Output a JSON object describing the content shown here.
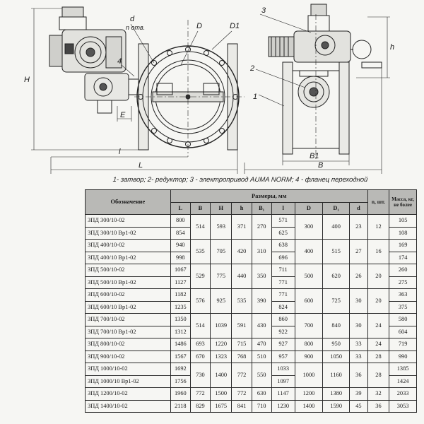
{
  "drawing": {
    "labels": {
      "d": "d",
      "n_otv": "n отв.",
      "D": "D",
      "D1": "D1",
      "callout_1": "1",
      "callout_2": "2",
      "callout_3": "3",
      "callout_4": "4",
      "E": "E",
      "H": "H",
      "l": "l",
      "L": "L",
      "h": "h",
      "B1": "B1",
      "B": "B"
    }
  },
  "caption": "1- затвор; 2- редуктор; 3 - электропривод AUMA NORM; 4 - фланец переходной",
  "table": {
    "header": {
      "designation": "Обозначение",
      "sizes": "Размеры, мм",
      "n": "n, шт.",
      "mass": "Масса, кг, не более",
      "cols": [
        "L",
        "B",
        "H",
        "h",
        "B₁",
        "l",
        "D",
        "D₁",
        "d"
      ]
    },
    "rows": [
      {
        "name": "ЗПД 300/10-02",
        "L": "800",
        "B": "514",
        "H": "593",
        "h": "371",
        "B1": "270",
        "l": "571",
        "D": "300",
        "D1": "400",
        "d": "23",
        "n": "12",
        "mass": "105"
      },
      {
        "name": "ЗПД 300/10 Вр1-02",
        "L": "854",
        "l": "625",
        "mass": "108"
      },
      {
        "name": "ЗПД 400/10-02",
        "L": "940",
        "B": "535",
        "H": "705",
        "h": "420",
        "B1": "310",
        "l": "638",
        "D": "400",
        "D1": "515",
        "d": "27",
        "n": "16",
        "mass": "169"
      },
      {
        "name": "ЗПД 400/10 Вр1-02",
        "L": "998",
        "l": "696",
        "mass": "174"
      },
      {
        "name": "ЗПД 500/10-02",
        "L": "1067",
        "B": "529",
        "H": "775",
        "h": "440",
        "B1": "350",
        "l": "711",
        "D": "500",
        "D1": "620",
        "d": "26",
        "n": "20",
        "mass": "260"
      },
      {
        "name": "ЗПД 500/10 Вр1-02",
        "L": "1127",
        "l": "771",
        "mass": "275"
      },
      {
        "name": "ЗПД 600/10-02",
        "L": "1182",
        "B": "576",
        "H": "925",
        "h": "535",
        "B1": "390",
        "l": "771",
        "D": "600",
        "D1": "725",
        "d": "30",
        "n": "20",
        "mass": "363"
      },
      {
        "name": "ЗПД 600/10 Вр1-02",
        "L": "1235",
        "l": "824",
        "mass": "375"
      },
      {
        "name": "ЗПД 700/10-02",
        "L": "1350",
        "B": "514",
        "H": "1039",
        "h": "591",
        "B1": "430",
        "l": "860",
        "D": "700",
        "D1": "840",
        "d": "30",
        "n": "24",
        "mass": "580"
      },
      {
        "name": "ЗПД 700/10 Вр1-02",
        "L": "1312",
        "l": "922",
        "mass": "604"
      },
      {
        "name": "ЗПД 800/10-02",
        "L": "1486",
        "B": "693",
        "H": "1220",
        "h": "715",
        "B1": "470",
        "l": "927",
        "D": "800",
        "D1": "950",
        "d": "33",
        "n": "24",
        "mass": "719"
      },
      {
        "name": "ЗПД 900/10-02",
        "L": "1567",
        "B": "670",
        "H": "1323",
        "h": "768",
        "B1": "510",
        "l": "957",
        "D": "900",
        "D1": "1050",
        "d": "33",
        "n": "28",
        "mass": "990"
      },
      {
        "name": "ЗПД 1000/10-02",
        "L": "1692",
        "B": "730",
        "H": "1400",
        "h": "772",
        "B1": "550",
        "l": "1033",
        "D": "1000",
        "D1": "1160",
        "d": "36",
        "n": "28",
        "mass": "1385"
      },
      {
        "name": "ЗПД 1000/10 Вр1-02",
        "L": "1756",
        "l": "1097",
        "mass": "1424"
      },
      {
        "name": "ЗПД 1200/10-02",
        "L": "1960",
        "B": "772",
        "H": "1500",
        "h": "772",
        "B1": "630",
        "l": "1147",
        "D": "1200",
        "D1": "1380",
        "d": "39",
        "n": "32",
        "mass": "2033"
      },
      {
        "name": "ЗПД 1400/10-02",
        "L": "2118",
        "B": "829",
        "H": "1675",
        "h": "841",
        "B1": "710",
        "l": "1230",
        "D": "1400",
        "D1": "1590",
        "d": "45",
        "n": "36",
        "mass": "3053"
      }
    ]
  }
}
